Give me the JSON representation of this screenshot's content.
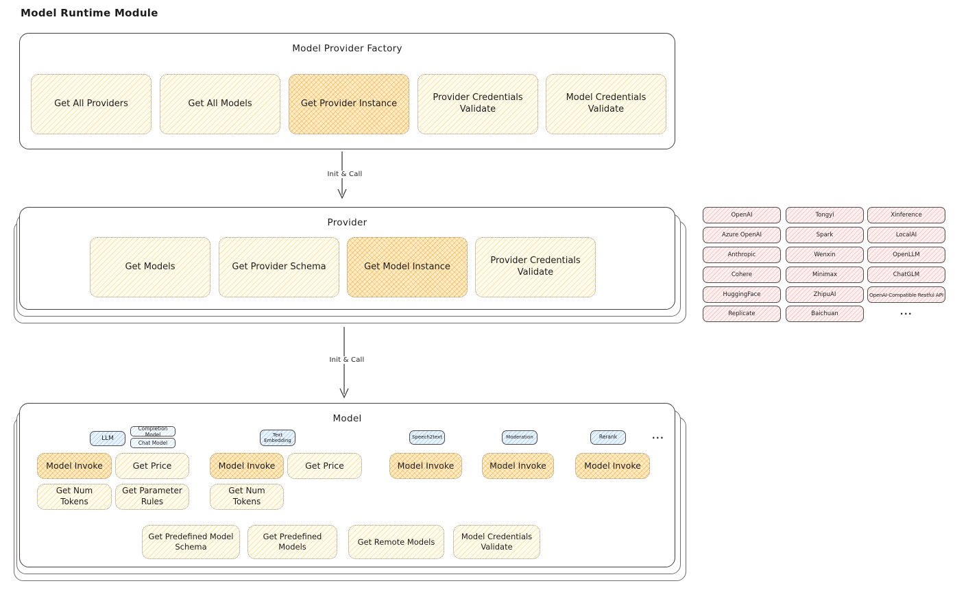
{
  "title": "Model Runtime Module",
  "arrows": {
    "factory_to_provider": "Init & Call",
    "provider_to_model": "Init & Call"
  },
  "factory": {
    "title": "Model Provider Factory",
    "buttons": [
      {
        "label": "Get All Providers",
        "highlight": false
      },
      {
        "label": "Get All Models",
        "highlight": false
      },
      {
        "label": "Get Provider Instance",
        "highlight": true
      },
      {
        "label": "Provider Credentials Validate",
        "highlight": false
      },
      {
        "label": "Model Credentials Validate",
        "highlight": false
      }
    ]
  },
  "provider": {
    "title": "Provider",
    "buttons": [
      {
        "label": "Get Models",
        "highlight": false
      },
      {
        "label": "Get Provider Schema",
        "highlight": false
      },
      {
        "label": "Get Model Instance",
        "highlight": true
      },
      {
        "label": "Provider Credentials Validate",
        "highlight": false
      }
    ]
  },
  "provider_examples": {
    "columns": [
      {
        "items": [
          "OpenAI",
          "Azure OpenAI",
          "Anthropic",
          "Cohere",
          "HuggingFace",
          "Replicate"
        ]
      },
      {
        "items": [
          "Tongyi",
          "Spark",
          "Wenxin",
          "Minimax",
          "ZhipuAI",
          "Baichuan"
        ]
      },
      {
        "items": [
          "Xinference",
          "LocalAI",
          "OpenLLM",
          "ChatGLM",
          "OpenAI-Compatible Restful API"
        ]
      }
    ],
    "more": "..."
  },
  "model": {
    "title": "Model",
    "groups": [
      {
        "type": "LLM",
        "subtypes": [
          "Completion Model",
          "Chat Model"
        ],
        "buttons": [
          {
            "label": "Model Invoke",
            "highlight": true
          },
          {
            "label": "Get Price",
            "highlight": false
          },
          {
            "label": "Get Num Tokens",
            "highlight": false
          },
          {
            "label": "Get Parameter Rules",
            "highlight": false
          }
        ]
      },
      {
        "type": "Text Embedding",
        "buttons": [
          {
            "label": "Model Invoke",
            "highlight": true
          },
          {
            "label": "Get Price",
            "highlight": false
          },
          {
            "label": "Get Num Tokens",
            "highlight": false
          }
        ]
      },
      {
        "type": "Speech2text",
        "buttons": [
          {
            "label": "Model Invoke",
            "highlight": true
          }
        ]
      },
      {
        "type": "Moderation",
        "buttons": [
          {
            "label": "Model Invoke",
            "highlight": true
          }
        ]
      },
      {
        "type": "Rerank",
        "buttons": [
          {
            "label": "Model Invoke",
            "highlight": true
          }
        ]
      }
    ],
    "more": "...",
    "shared_buttons": [
      "Get Predefined Model Schema",
      "Get Predefined Models",
      "Get Remote Models",
      "Model Credentials Validate"
    ]
  },
  "colors": {
    "action_fill": "#fff9e6",
    "action_highlight": "#f6c169",
    "provider_chip_fill": "#fdeeee",
    "type_chip_fill": "#e9f3fc",
    "stroke": "#403f3e"
  }
}
